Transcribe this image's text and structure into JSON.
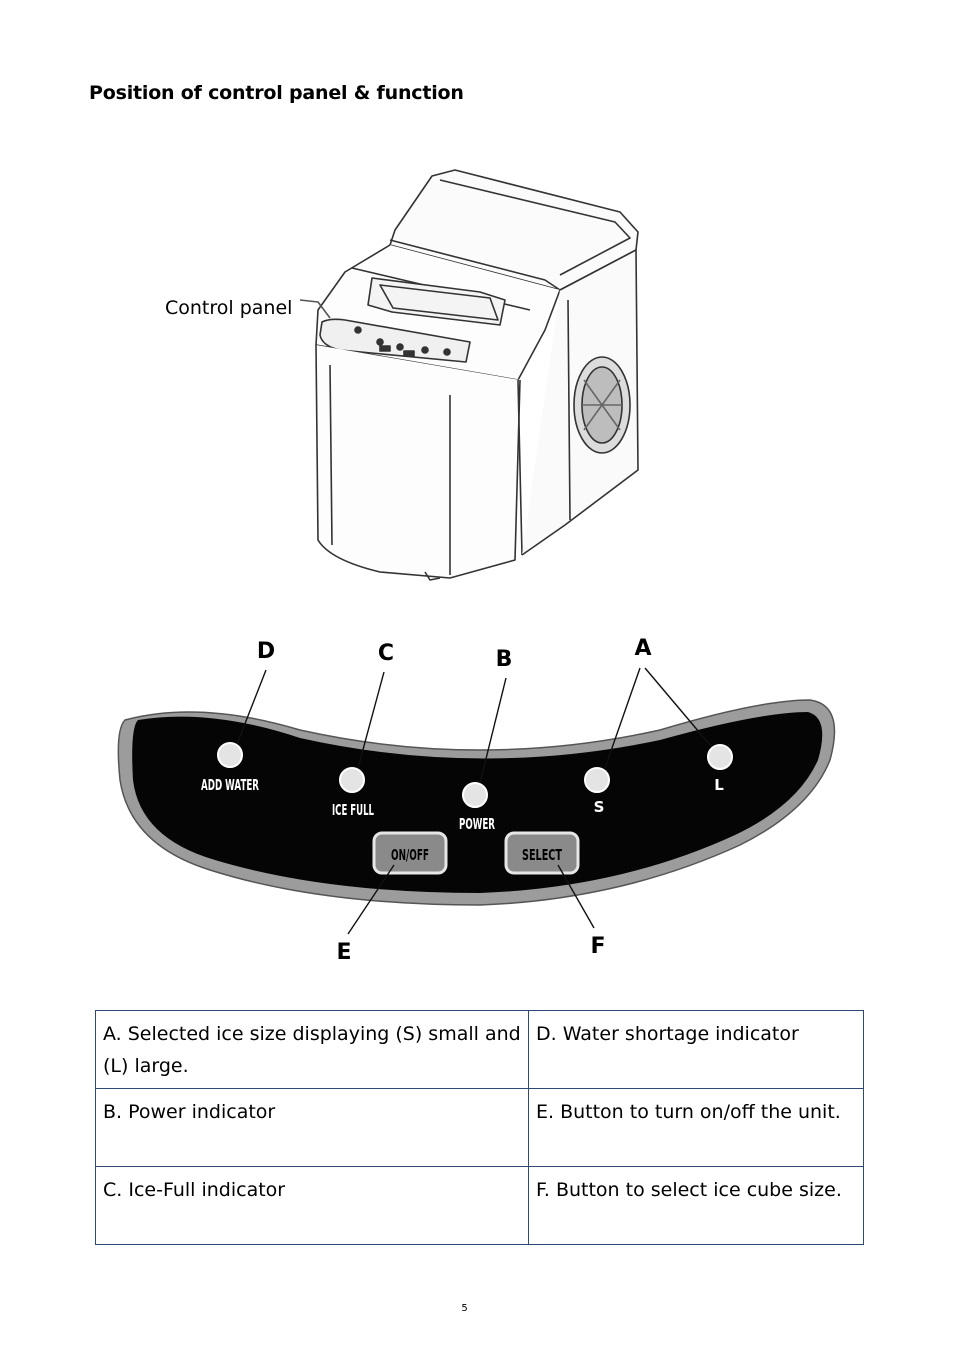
{
  "heading": "Position of control panel & function",
  "figure1": {
    "callout_label": "Control panel"
  },
  "figure2": {
    "letters": {
      "a": "A",
      "b": "B",
      "c": "C",
      "d": "D",
      "e": "E",
      "f": "F"
    },
    "indicator_labels": {
      "add_water": "ADD WATER",
      "ice_full": "ICE FULL",
      "power": "POWER",
      "small": "S",
      "large": "L"
    },
    "button_labels": {
      "on_off": "ON/OFF",
      "select": "SELECT"
    }
  },
  "table": {
    "rows": [
      {
        "left": "A. Selected ice size displaying (S) small and (L) large.",
        "right": "D. Water shortage indicator"
      },
      {
        "left": "B. Power indicator",
        "right": "E. Button to turn on/off the unit."
      },
      {
        "left": "C. Ice-Full indicator",
        "right": "F. Button to select ice cube size."
      }
    ]
  },
  "page_number": "5"
}
